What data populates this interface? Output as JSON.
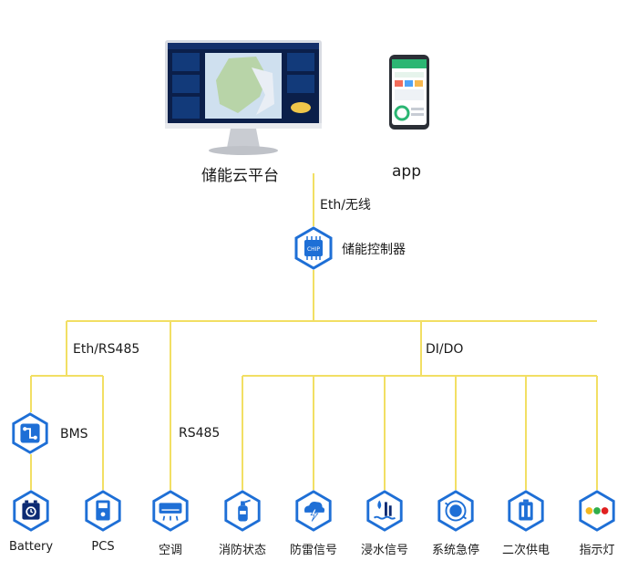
{
  "top": {
    "platform": "储能云平台",
    "app": "app"
  },
  "controller": {
    "link_label": "Eth/无线",
    "name": "储能控制器",
    "chip_text": "CHIP"
  },
  "branches": {
    "left": "Eth/RS485",
    "right": "DI/DO",
    "middle": "RS485"
  },
  "bms": {
    "label": "BMS"
  },
  "devices": [
    {
      "id": "battery",
      "label": "Battery",
      "icon": "battery-icon"
    },
    {
      "id": "pcs",
      "label": "PCS",
      "icon": "pcs-inverter-icon"
    },
    {
      "id": "ac",
      "label": "空调",
      "icon": "air-conditioner-icon"
    },
    {
      "id": "fire",
      "label": "消防状态",
      "icon": "fire-extinguisher-icon"
    },
    {
      "id": "lightning",
      "label": "防雷信号",
      "icon": "lightning-cloud-icon"
    },
    {
      "id": "flood",
      "label": "浸水信号",
      "icon": "water-immersion-icon"
    },
    {
      "id": "estop",
      "label": "系统急停",
      "icon": "emergency-stop-icon"
    },
    {
      "id": "backup",
      "label": "二次供电",
      "icon": "secondary-power-icon"
    },
    {
      "id": "indicator",
      "label": "指示灯",
      "icon": "indicator-light-icon"
    }
  ],
  "colors": {
    "line": "#f2df64",
    "accent": "#1e6fd6",
    "dark": "#0c2a73"
  }
}
